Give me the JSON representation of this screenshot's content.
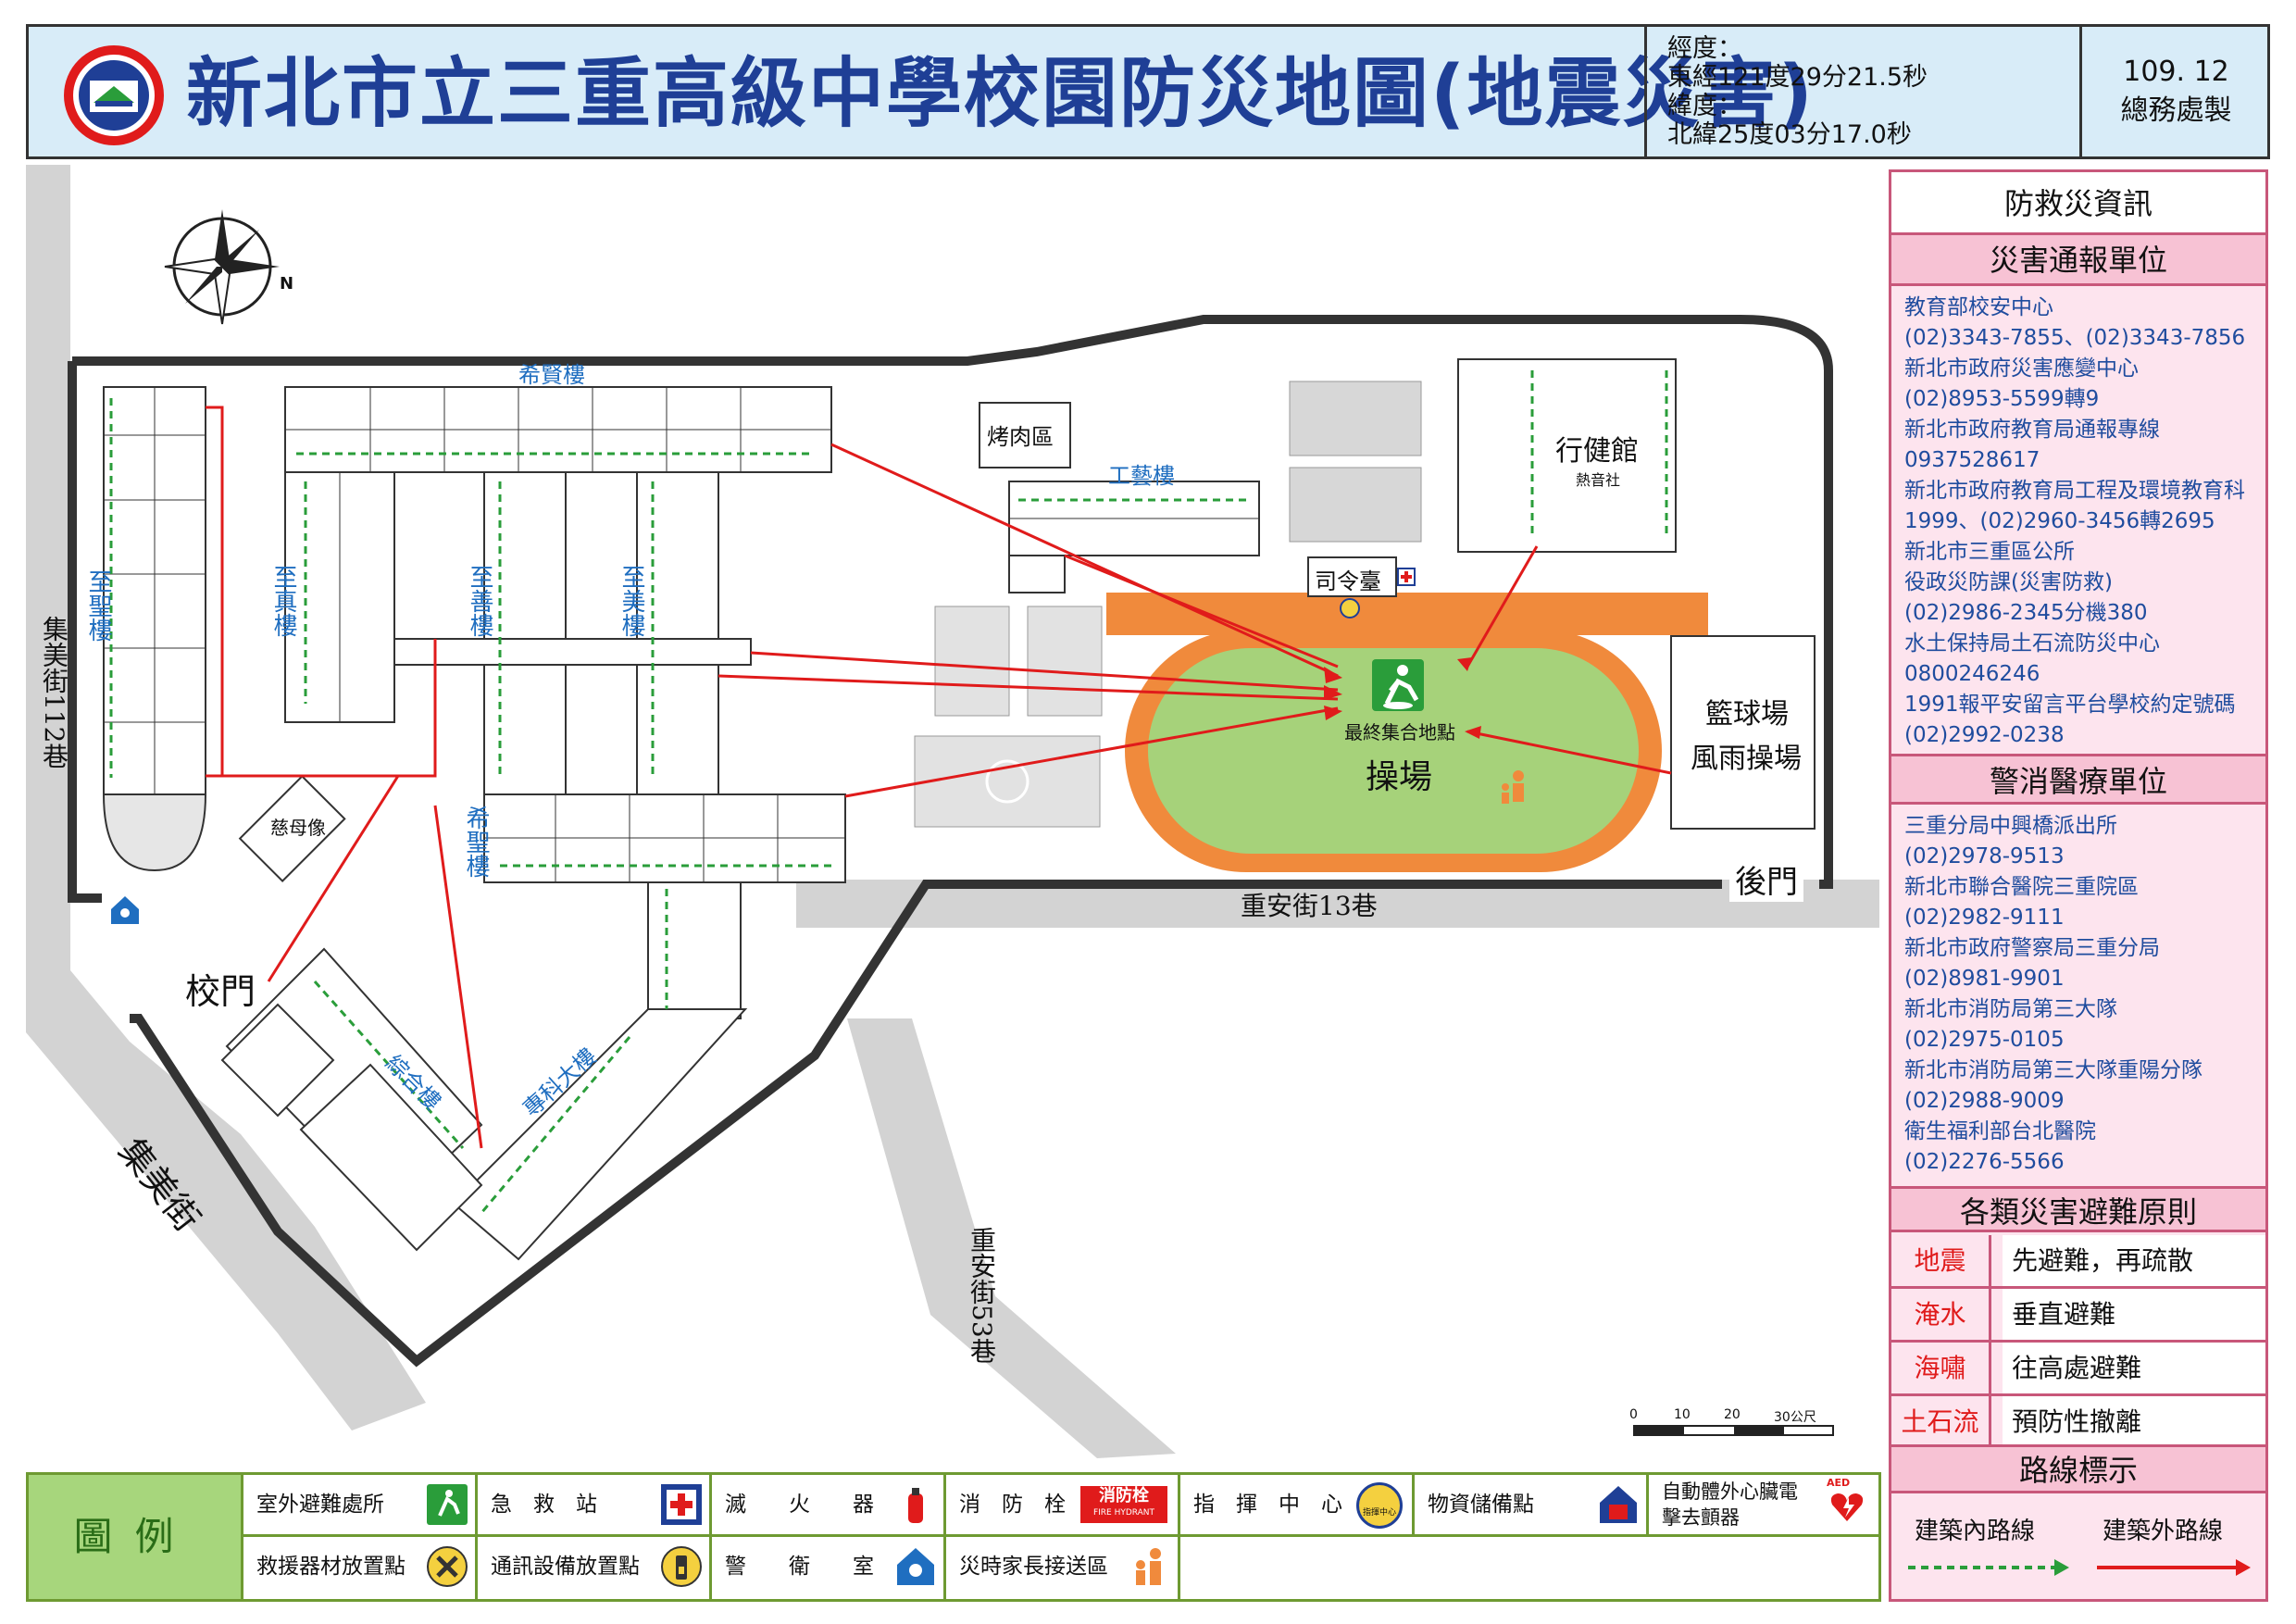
{
  "header": {
    "title": "新北市立三重高級中學校園防災地圖(地震災害)",
    "coords": [
      "經度：",
      "東經121度29分21.5秒",
      "緯度：",
      "北緯25度03分17.0秒"
    ],
    "credit": [
      "109. 12",
      "總務處製"
    ]
  },
  "map": {
    "places": {
      "school_gate": "校門",
      "back_gate": "後門",
      "field": "操場",
      "assembly": "最終集合地點",
      "gym": "行健館",
      "gym_sub": "熱音社",
      "basketball": [
        "籃球場",
        "風雨操場"
      ],
      "bbq": "烤肉區",
      "command": "司令臺",
      "statue": "慈母像"
    },
    "roads": {
      "jimei_112": "集美街112巷",
      "jimei": "集美街",
      "chongan13": "重安街13巷",
      "chongan53": "重安街53巷"
    },
    "buildings": {
      "xixian": "希賢樓",
      "zhisheng": "至聖樓",
      "zhizhen": "至真樓",
      "zhishan": "至善樓",
      "zhimei": "至美樓",
      "gongyi": "工藝樓",
      "xisheng": "希聖樓",
      "zonghe": "綜合樓",
      "zhuanke": "專科大樓"
    },
    "scale": {
      "ticks": [
        "0",
        "10",
        "20",
        "30公尺"
      ]
    },
    "north": "N"
  },
  "panel": {
    "title": "防救災資訊",
    "sec1": "災害通報單位",
    "contacts1": [
      "教育部校安中心",
      "(02)3343-7855、(02)3343-7856",
      "新北市政府災害應變中心",
      "(02)8953-5599轉9",
      "新北市政府教育局通報專線",
      "0937528617",
      "新北市政府教育局工程及環境教育科",
      "1999、(02)2960-3456轉2695",
      "新北市三重區公所",
      "役政災防課(災害防救)",
      "(02)2986-2345分機380",
      "水土保持局土石流防災中心",
      "0800246246",
      "1991報平安留言平台學校約定號碼",
      "(02)2992-0238"
    ],
    "sec2": "警消醫療單位",
    "contacts2": [
      "三重分局中興橋派出所",
      "(02)2978-9513",
      "新北市聯合醫院三重院區",
      "(02)2982-9111",
      "新北市政府警察局三重分局",
      "(02)8981-9901",
      "新北市消防局第三大隊",
      "(02)2975-0105",
      "新北市消防局第三大隊重陽分隊",
      "(02)2988-9009",
      "衛生福利部台北醫院",
      "(02)2276-5566"
    ],
    "sec3": "各類災害避難原則",
    "rules": [
      {
        "key": "地震",
        "val": "先避難，再疏散"
      },
      {
        "key": "淹水",
        "val": "垂直避難"
      },
      {
        "key": "海嘯",
        "val": "往高處避難"
      },
      {
        "key": "土石流",
        "val": "預防性撤離"
      }
    ],
    "sec4": "路線標示",
    "route_in": "建築內路線",
    "route_out": "建築外路線"
  },
  "legend": {
    "title": "圖例",
    "items": [
      "室外避難處所",
      "急　救　站",
      "滅　　火　　器",
      "消　防　栓",
      "指　揮　中　心",
      "物資儲備點",
      "自動體外心臟電擊去顫器",
      "救援器材放置點",
      "通訊設備放置點",
      "警　　衛　　室",
      "災時家長接送區"
    ],
    "aed": "AED",
    "hydrant": "消防栓",
    "hydrant_en": "FIRE HYDRANT",
    "cmd": "指揮中心"
  },
  "colors": {
    "title_blue": "#1f3f96",
    "route_red": "#e01b1b",
    "route_green": "#2a9d3a",
    "field_green": "#a6d27a",
    "track_orange": "#f08a3c",
    "panel_pink": "#fde4ee"
  }
}
